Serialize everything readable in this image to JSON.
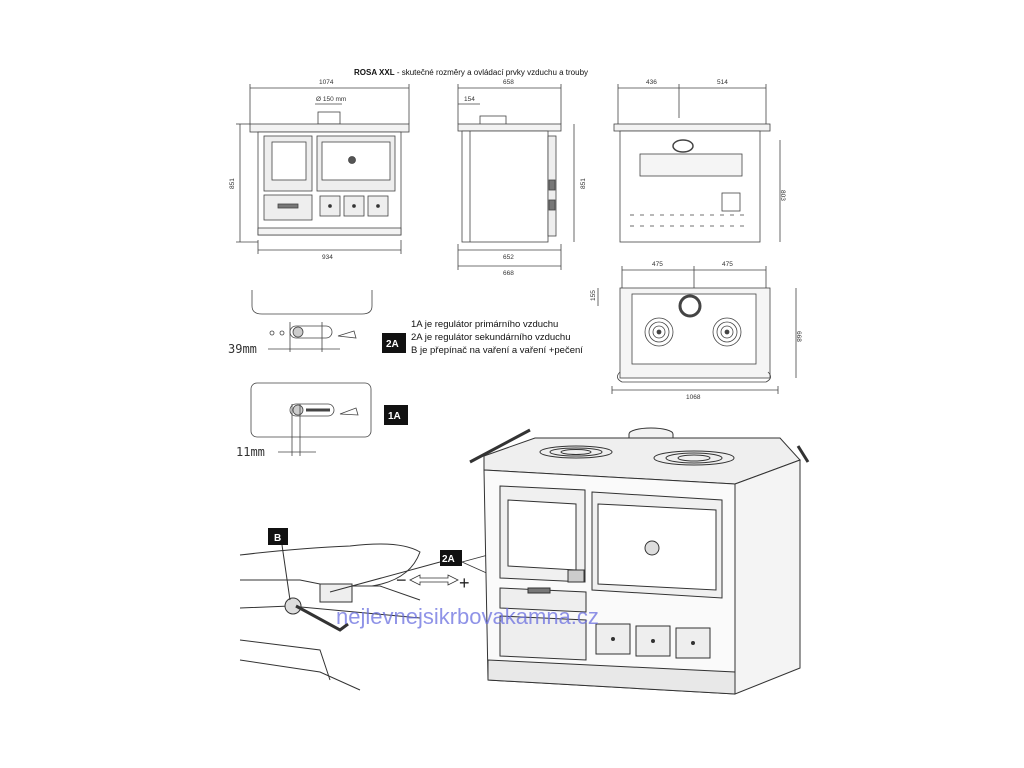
{
  "title": {
    "bold": "ROSA XXL",
    "rest": " - skutečné rozměry a ovládací prvky vzduchu a trouby"
  },
  "dimensions": {
    "front_top_width": "1074",
    "flue_diameter": "Ø 150 mm",
    "front_height": "851",
    "front_bottom_width": "934",
    "side_top_depth": "658",
    "side_flue_offset": "154",
    "side_height": "851",
    "side_inner_depth": "652",
    "side_total_depth": "668",
    "back_left": "436",
    "back_right": "514",
    "back_height": "803",
    "top_left": "475",
    "top_right": "475",
    "top_front": "155",
    "top_depth": "668",
    "top_width": "1068"
  },
  "controls": {
    "measure_2a": "39mm",
    "measure_1a": "11mm",
    "badge_2a": "2A",
    "badge_1a": "1A",
    "badge_b": "B"
  },
  "legend": [
    "1A je regulátor primárního vzduchu",
    "2A je regulátor sekundárního vzduchu",
    "B   je přepínač na vaření a vaření +pečení"
  ],
  "arrows": {
    "minus": "−",
    "plus": "+"
  },
  "watermark": "nejlevnejsikrbovakamna.cz"
}
